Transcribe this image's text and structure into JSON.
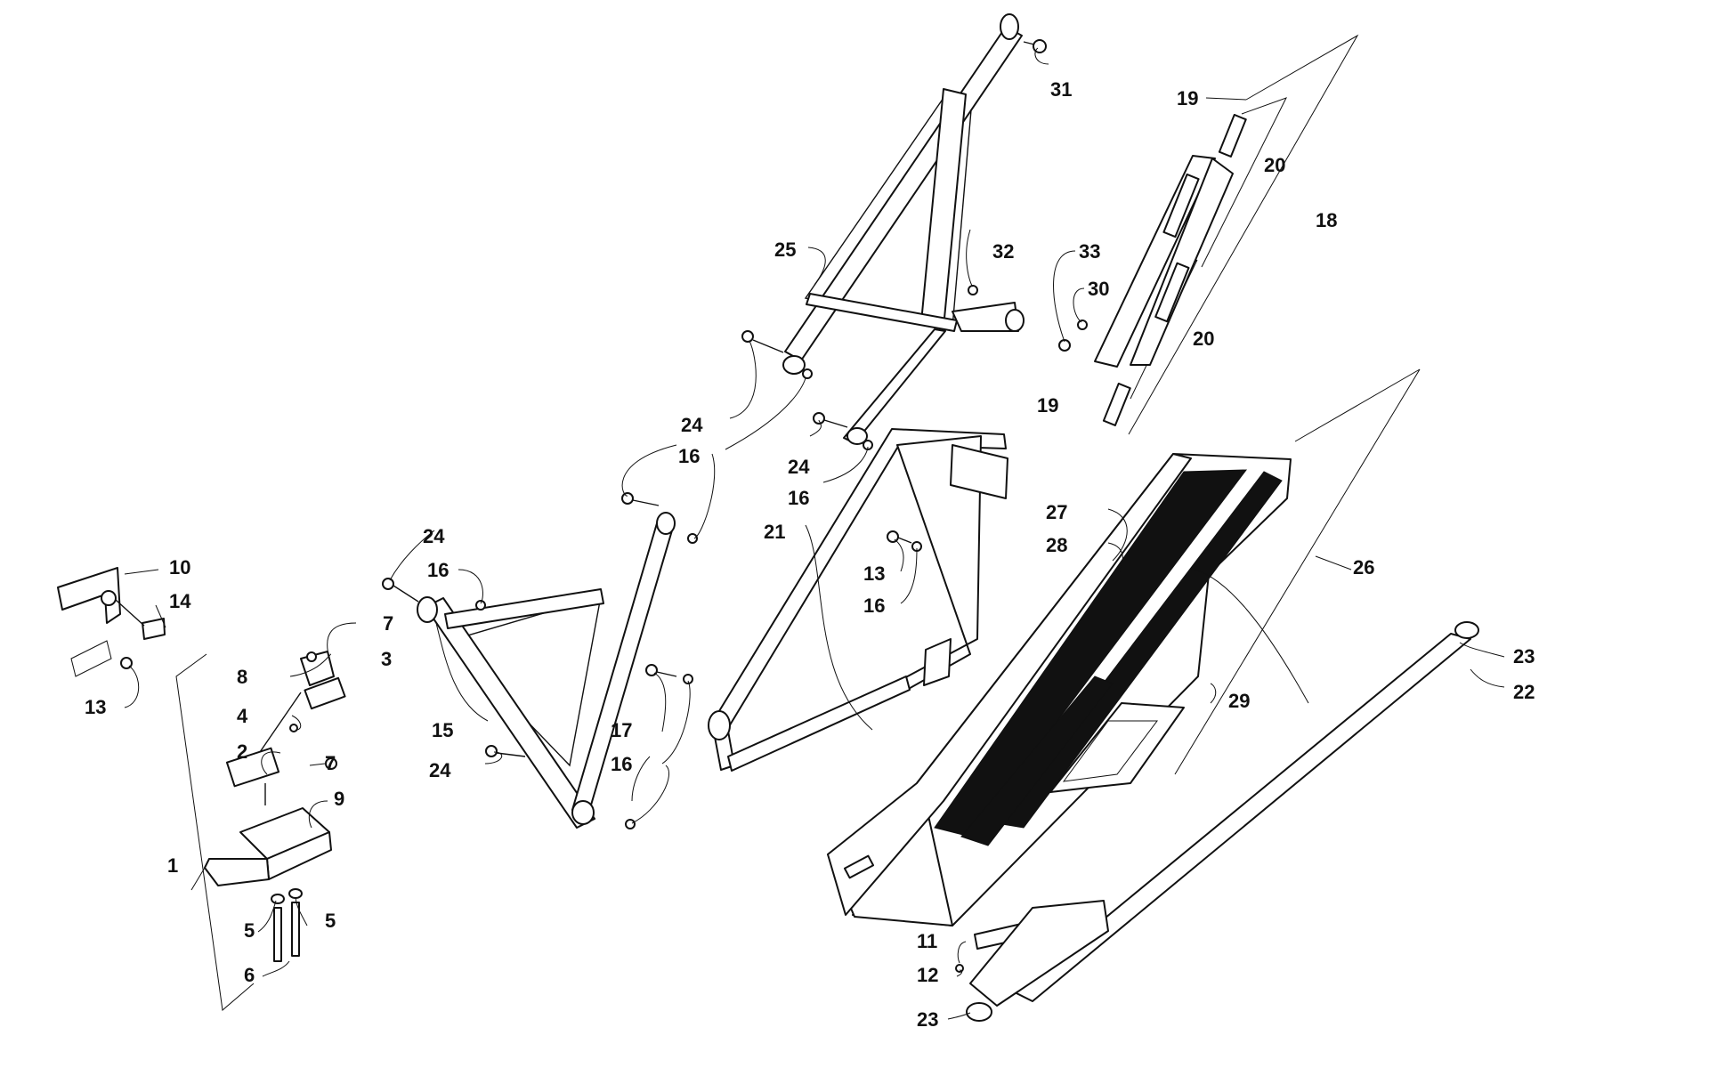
{
  "colors": {
    "ink": "#111111",
    "paper": "#ffffff"
  },
  "callouts": [
    {
      "id": "c31",
      "text": "31"
    },
    {
      "id": "c19a",
      "text": "19"
    },
    {
      "id": "c20a",
      "text": "20"
    },
    {
      "id": "c18",
      "text": "18"
    },
    {
      "id": "c25",
      "text": "25"
    },
    {
      "id": "c32",
      "text": "32"
    },
    {
      "id": "c33",
      "text": "33"
    },
    {
      "id": "c30",
      "text": "30"
    },
    {
      "id": "c20b",
      "text": "20"
    },
    {
      "id": "c19b",
      "text": "19"
    },
    {
      "id": "c24a",
      "text": "24"
    },
    {
      "id": "c16a",
      "text": "16"
    },
    {
      "id": "c24b",
      "text": "24"
    },
    {
      "id": "c16b",
      "text": "16"
    },
    {
      "id": "c21",
      "text": "21"
    },
    {
      "id": "c27",
      "text": "27"
    },
    {
      "id": "c28",
      "text": "28"
    },
    {
      "id": "c26",
      "text": "26"
    },
    {
      "id": "c10",
      "text": "10"
    },
    {
      "id": "c14",
      "text": "14"
    },
    {
      "id": "c24c",
      "text": "24"
    },
    {
      "id": "c16c",
      "text": "16"
    },
    {
      "id": "c13a",
      "text": "13"
    },
    {
      "id": "c16d",
      "text": "16"
    },
    {
      "id": "c7a",
      "text": "7"
    },
    {
      "id": "c8",
      "text": "8"
    },
    {
      "id": "c3",
      "text": "3"
    },
    {
      "id": "c13b",
      "text": "13"
    },
    {
      "id": "c23a",
      "text": "23"
    },
    {
      "id": "c22",
      "text": "22"
    },
    {
      "id": "c4",
      "text": "4"
    },
    {
      "id": "c29",
      "text": "29"
    },
    {
      "id": "c15",
      "text": "15"
    },
    {
      "id": "c17",
      "text": "17"
    },
    {
      "id": "c2",
      "text": "2"
    },
    {
      "id": "c7b",
      "text": "7"
    },
    {
      "id": "c16e",
      "text": "16"
    },
    {
      "id": "c24d",
      "text": "24"
    },
    {
      "id": "c9",
      "text": "9"
    },
    {
      "id": "c1",
      "text": "1"
    },
    {
      "id": "c5a",
      "text": "5"
    },
    {
      "id": "c5b",
      "text": "5"
    },
    {
      "id": "c6",
      "text": "6"
    },
    {
      "id": "c11",
      "text": "11"
    },
    {
      "id": "c12",
      "text": "12"
    },
    {
      "id": "c23b",
      "text": "23"
    }
  ]
}
